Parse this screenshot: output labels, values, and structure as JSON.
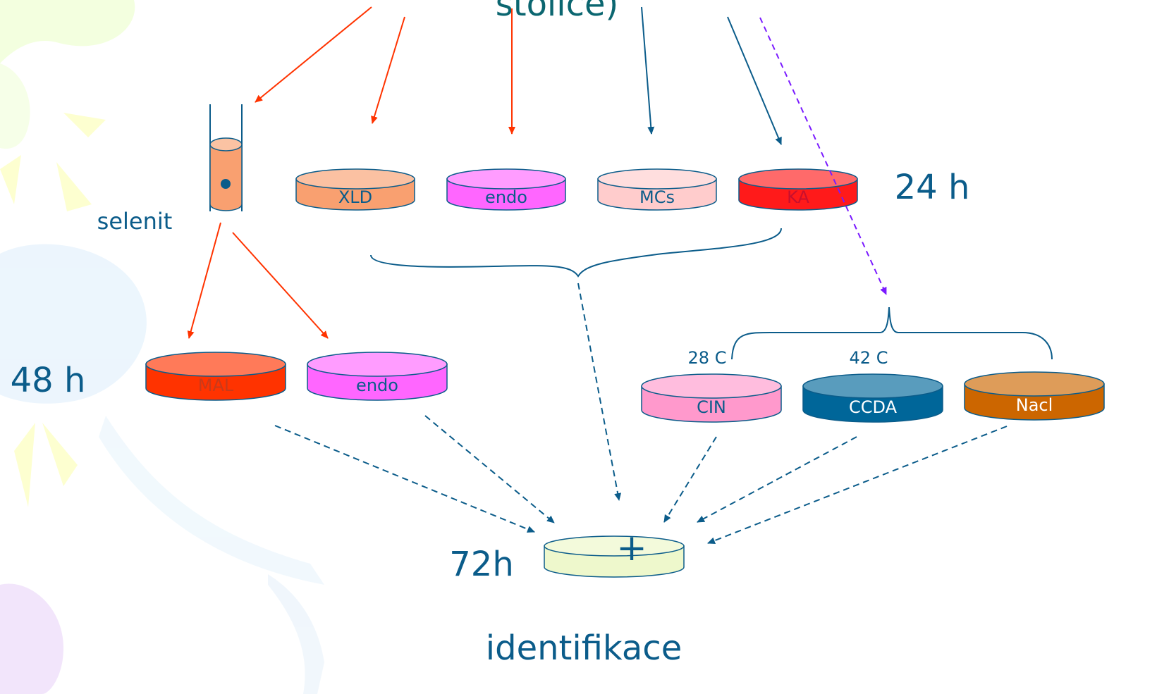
{
  "title_fragment": "stolice)",
  "tube_label": "selenit",
  "time_labels": {
    "t24": "24 h",
    "t48": "48 h",
    "t72": "72h"
  },
  "plates_24h": [
    {
      "label": "XLD",
      "color": "#f9a070"
    },
    {
      "label": "endo",
      "color": "#ff66ff"
    },
    {
      "label": "MCs",
      "color": "#ffcccc"
    },
    {
      "label": "KA",
      "color": "#ff1a1a"
    }
  ],
  "plates_48h": [
    {
      "label": "MAL",
      "color": "#ff3300"
    },
    {
      "label": "endo",
      "color": "#ff66ff"
    }
  ],
  "plates_yersinia": [
    {
      "label": "CIN",
      "color": "#ff99cc",
      "temp": "28 C"
    },
    {
      "label": "CCDA",
      "color": "#006699",
      "temp": "42 C"
    },
    {
      "label": "Nacl",
      "color": "#cc6600",
      "temp": ""
    }
  ],
  "final_plate": {
    "symbol": "+",
    "color": "#eef8cc"
  },
  "result_label": "identifikace",
  "colors": {
    "text": "#0b5c8a",
    "title": "#0b6670",
    "arrow_red": "#ff3300",
    "arrow_blue": "#0b5c8a",
    "arrow_purple": "#7a1aff"
  }
}
